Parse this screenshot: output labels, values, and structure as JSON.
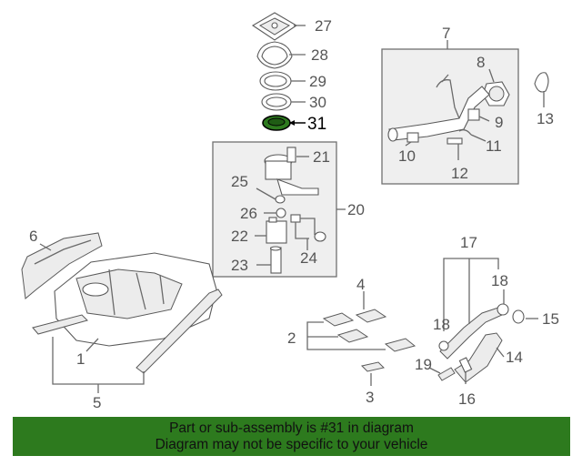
{
  "diagram": {
    "highlighted_part": "31",
    "highlight_color": "#2d7a1e",
    "labels": {
      "p1": "1",
      "p2": "2",
      "p3": "3",
      "p4": "4",
      "p5": "5",
      "p6": "6",
      "p7": "7",
      "p8": "8",
      "p9": "9",
      "p10": "10",
      "p11": "11",
      "p12": "12",
      "p13": "13",
      "p14": "14",
      "p15": "15",
      "p16": "16",
      "p17": "17",
      "p18a": "18",
      "p18b": "18",
      "p19": "19",
      "p20": "20",
      "p21": "21",
      "p22": "22",
      "p23": "23",
      "p24": "24",
      "p25": "25",
      "p26": "26",
      "p27": "27",
      "p28": "28",
      "p29": "29",
      "p30": "30",
      "p31": "31"
    }
  },
  "footer": {
    "line1": "Part or sub-assembly is #31 in diagram",
    "line2": "Diagram may not be specific to your vehicle",
    "background": "#2d7a1e"
  }
}
